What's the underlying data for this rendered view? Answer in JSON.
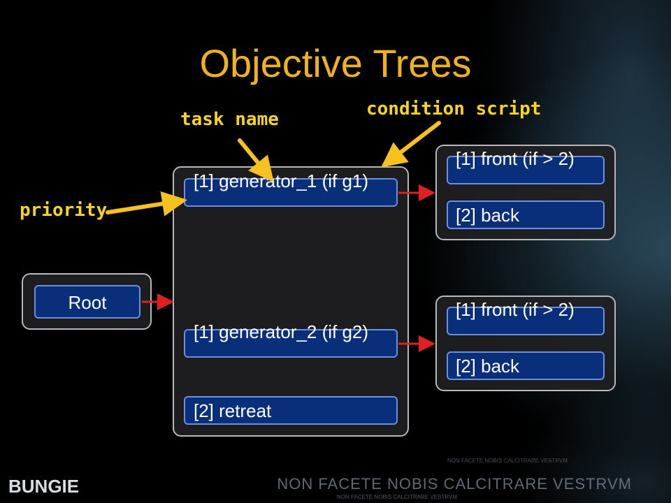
{
  "slide": {
    "title": "Objective Trees"
  },
  "annotations": {
    "task_name": "task name",
    "condition_script": "condition script",
    "priority": "priority"
  },
  "root": {
    "label": "Root"
  },
  "middle": {
    "items": [
      {
        "label": "[1] generator_1   (if g1)"
      },
      {
        "label": "[1] generator_2   (if g2)"
      },
      {
        "label": "[2] retreat"
      }
    ]
  },
  "right_top": {
    "items": [
      {
        "label": "[1] front  (if > 2)"
      },
      {
        "label": "[2] back"
      }
    ]
  },
  "right_bottom": {
    "items": [
      {
        "label": "[1] front  (if > 2)"
      },
      {
        "label": "[2] back"
      }
    ]
  },
  "footer": {
    "motto": "NON FACETE NOBIS CALCITRARE VESTRVM",
    "motto_small": "NON FACETE NOBIS CALCITRARE VESTRVM",
    "logo": "BUNGIE"
  },
  "colors": {
    "title": "#f0b21c",
    "annotation": "#f7d51d",
    "node_fill": "#0a2f7a",
    "node_border": "#6c8fe0",
    "arrow_red": "#e02020",
    "arrow_yellow": "#f7c21d"
  }
}
